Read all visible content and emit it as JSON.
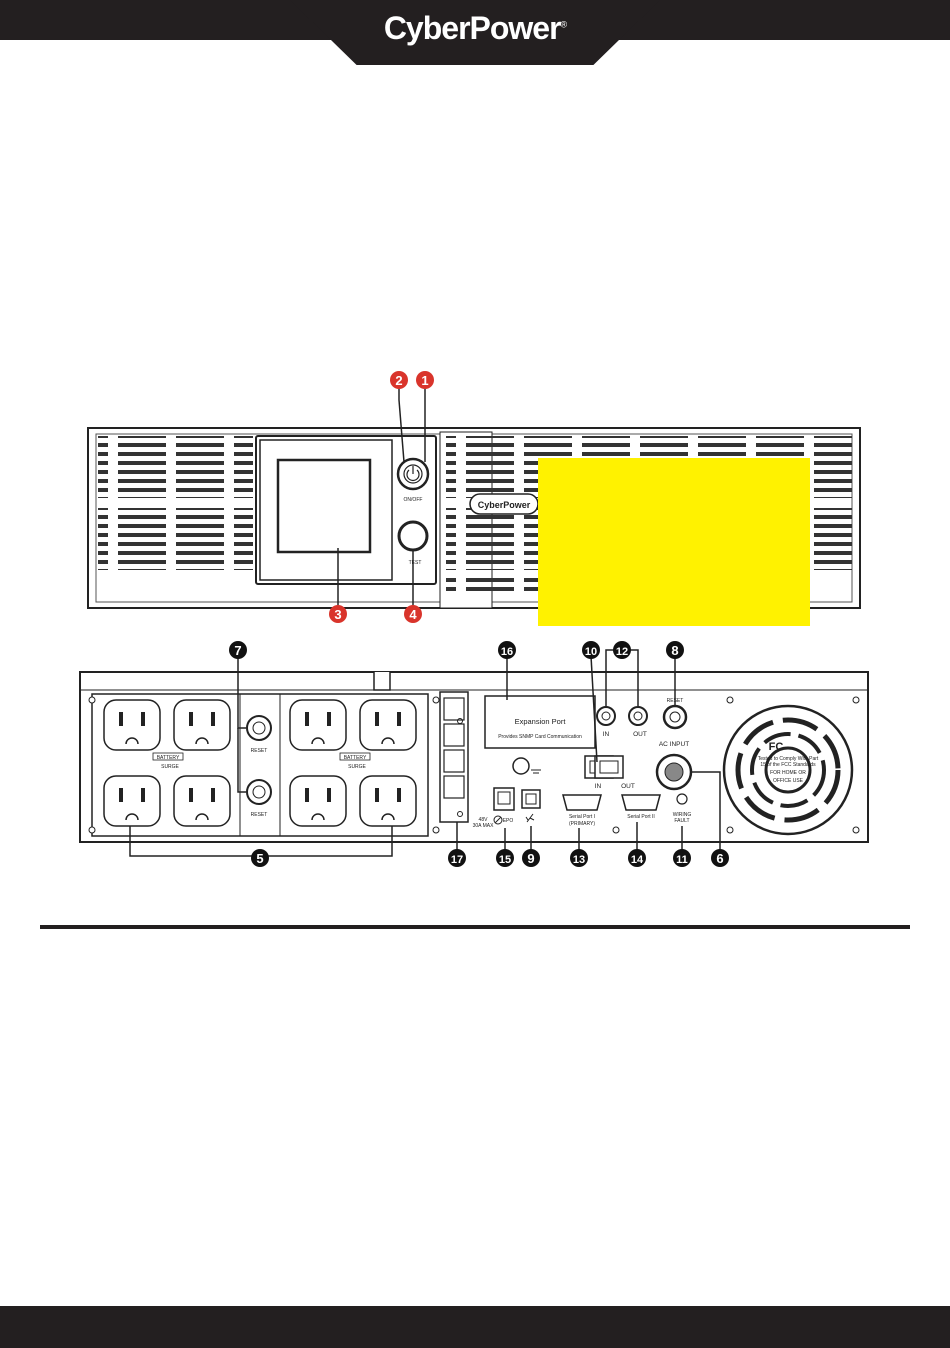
{
  "brand": {
    "logo_text": "CyberPower",
    "registered": "®"
  },
  "colors": {
    "header_bg": "#231f20",
    "callout_red": "#d9342b",
    "callout_black": "#111111",
    "highlight_yellow": "#fff200"
  },
  "front_panel": {
    "labels": {
      "power_button": "ON/OFF",
      "test_button": "TEST",
      "faceplate_logo": "CyberPower"
    },
    "callouts": [
      "1",
      "2",
      "3",
      "4"
    ]
  },
  "rear_panel": {
    "labels": {
      "reset_left_top": "RESET",
      "reset_left_bottom": "RESET",
      "battery_surge_1": "BATTERY",
      "surge_1": "SURGE",
      "battery_surge_2": "BATTERY",
      "surge_2": "SURGE",
      "expansion_title": "Expansion Port",
      "expansion_desc": "Provides SNMP Card Communication",
      "rj45_in": "IN",
      "rj45_out": "OUT",
      "coax_in": "IN",
      "coax_out": "OUT",
      "reset_right": "RESET",
      "ac_input": "AC INPUT",
      "serial_1": "Serial Port I",
      "serial_1b": "(PRIMARY)",
      "serial_2": "Serial Port II",
      "wiring_fault_1": "WIRING",
      "wiring_fault_2": "FAULT",
      "epo": "EPO",
      "battery_voltage": "48V",
      "battery_current": "30A MAX",
      "fcc_logo": "FC",
      "fcc_1": "Tested to Comply With Part",
      "fcc_2": "15 of the FCC Standards",
      "fcc_3": "FOR HOME OR",
      "fcc_4": "OFFICE USE"
    },
    "callouts": [
      "5",
      "6",
      "7",
      "8",
      "9",
      "10",
      "11",
      "12",
      "13",
      "14",
      "15",
      "16",
      "17"
    ]
  }
}
